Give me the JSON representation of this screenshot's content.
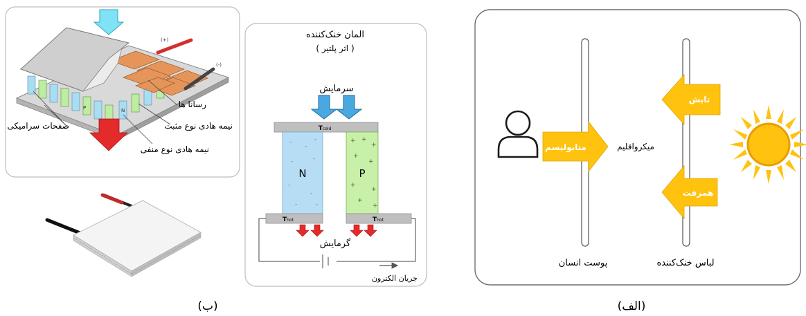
{
  "left_panel": {
    "caption": "(ب)",
    "module_labels": {
      "positive_sign": "(+)",
      "negative_sign": "(-)",
      "conductors": "رسانا ها",
      "ceramic_plates": "صفحات سرامیکی",
      "p_type": "نیمه هادی نوع مثبت",
      "n_type": "نیمه هادی نوع منفی"
    },
    "element_letters": {
      "p": "P",
      "n": "N"
    },
    "peltier": {
      "title_line1": "المان خنک‌کننده",
      "title_line2": "( اثر پلتیر )",
      "cooling": "سرمایش",
      "heating": "گرمایش",
      "t_cold_main": "T",
      "t_cold_sub": "cold",
      "t_hot_main": "T",
      "t_hot_sub": "hot",
      "n_label": "N",
      "p_label": "P",
      "electron_current": "جریان الکترون"
    }
  },
  "right_panel": {
    "caption": "(الف)",
    "radiation": "تابش",
    "convection": "همرفت",
    "metabolism": "متابولیسم",
    "microclimate": "میکرواقلیم",
    "human_skin": "پوست انسان",
    "cooling_clothing": "لباس خنک‌کننده"
  },
  "colors": {
    "arrow_yellow": "#FFC20E",
    "arrow_cyan": "#5FD9F0",
    "arrow_blue": "#4AA8E0",
    "arrow_red": "#E32B2B",
    "n_fill": "#B7DDF5",
    "p_fill": "#C9F0A8",
    "plate_gray": "#BFBFBF",
    "copper": "#E08A4C",
    "sun": "#FFC20E"
  },
  "icons": [
    "person-icon",
    "sun-icon"
  ]
}
